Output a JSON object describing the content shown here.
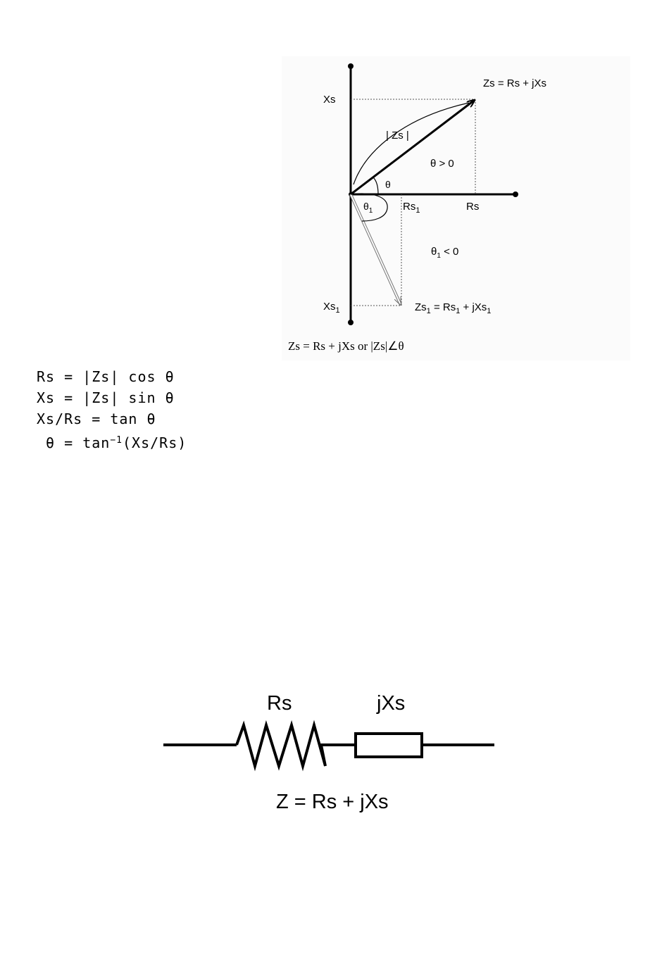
{
  "phasor": {
    "label_xs": "Xs",
    "label_zs_eq": "Zs = Rs + jXs",
    "label_mag": "| Zs |",
    "label_theta_pos": "θ > 0",
    "label_theta": "θ",
    "label_theta1": "θ",
    "label_theta1_sub": "1",
    "label_rs1": "Rs",
    "label_rs1_sub": "1",
    "label_rs": "Rs",
    "label_theta1_neg": "θ",
    "label_theta1_neg_sub": "1",
    "label_theta1_neg_rest": " < 0",
    "label_xs1": "Xs",
    "label_xs1_sub": "1",
    "label_zs1_a": "Zs",
    "label_zs1_a_sub": "1",
    "label_zs1_b": " = Rs",
    "label_zs1_b_sub": "1",
    "label_zs1_c": " + jXs",
    "label_zs1_c_sub": "1",
    "caption": "Zs = Rs + jXs or |Zs|∠θ"
  },
  "formulas": {
    "line1": "Rs = |Zs| cos θ",
    "line2": "Xs = |Zs| sin θ",
    "line3": "Xs/Rs = tan θ",
    "line4_a": " θ = tan",
    "line4_sup": "−1",
    "line4_b": "(Xs/Rs)"
  },
  "circuit": {
    "label_rs": "Rs",
    "label_jxs": "jXs",
    "equation": "Z = Rs + jXs"
  }
}
